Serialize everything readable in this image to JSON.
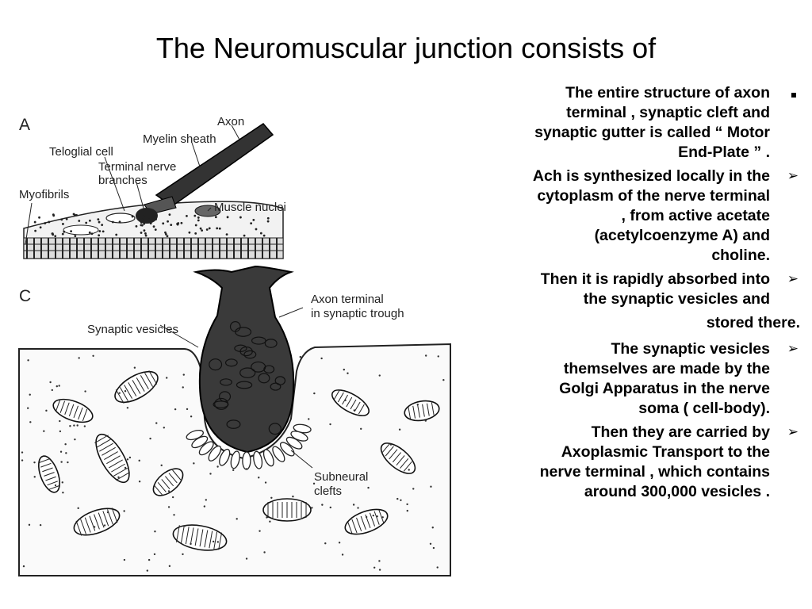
{
  "slide": {
    "title": "The Neuromuscular junction consists of"
  },
  "figure": {
    "panel_a": {
      "letter": "A",
      "labels": {
        "axon": "Axon",
        "myelin": "Myelin sheath",
        "teloglial": "Teloglial cell",
        "terminal1": "Terminal nerve",
        "terminal2": "branches",
        "myofibrils": "Myofibrils",
        "muscle_nuclei": "Muscle nuclei"
      }
    },
    "panel_c": {
      "letter": "C",
      "labels": {
        "axon_terminal1": "Axon terminal",
        "axon_terminal2": "in synaptic trough",
        "synaptic_vesicles": "Synaptic vesicles",
        "subneural1": "Subneural",
        "subneural2": "clefts"
      }
    }
  },
  "bullets": [
    {
      "marker": "square-icon",
      "text": "The entire structure of axon\nterminal , synaptic cleft and\nsynaptic gutter is called “ Motor\nEnd-Plate ” ."
    },
    {
      "marker": "arrow-icon",
      "text": "Ach is synthesized locally in the\ncytoplasm of the nerve terminal\n, from active acetate\n(acetylcoenzyme A) and\ncholine."
    },
    {
      "marker": "arrow-icon",
      "text": "Then it is rapidly absorbed into\nthe synaptic vesicles and",
      "tail": "stored there."
    },
    {
      "marker": "arrow-icon",
      "text": "The synaptic vesicles\nthemselves are made by the\nGolgi Apparatus in the nerve\nsoma ( cell-body)."
    },
    {
      "marker": "arrow-icon",
      "text": "Then they are carried by\nAxoplasmic Transport to the\nnerve terminal , which contains\naround 300,000 vesicles ."
    }
  ]
}
